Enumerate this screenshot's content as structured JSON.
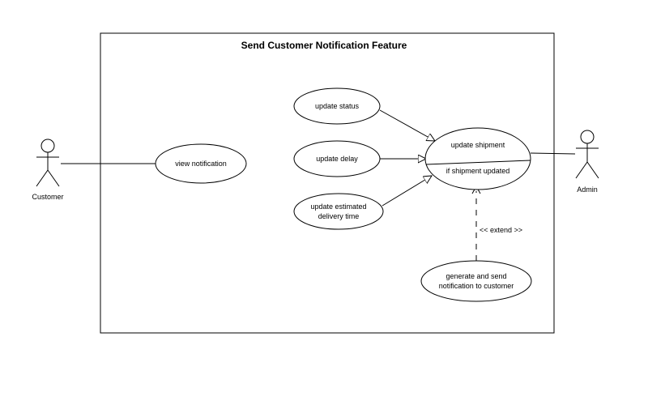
{
  "system": {
    "title": "Send Customer Notification Feature"
  },
  "actors": {
    "customer": {
      "label": "Customer"
    },
    "admin": {
      "label": "Admin"
    }
  },
  "usecases": {
    "view_notification": "view notification",
    "update_status": "update status",
    "update_delay": "update delay",
    "update_estimated_line1": "update estimated",
    "update_estimated_line2": "delivery time",
    "update_shipment": "update shipment",
    "extension_point": "if shipment updated",
    "generate_line1": "generate and send",
    "generate_line2": "notification to customer"
  },
  "relations": {
    "extend_label": "<< extend >>"
  }
}
